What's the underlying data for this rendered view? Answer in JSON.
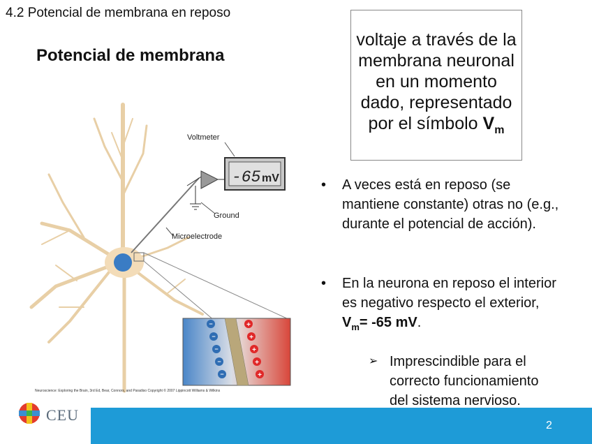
{
  "section_title": "4.2 Potencial de membrana en reposo",
  "slide_title": "Potencial de membrana",
  "definition": {
    "text": "voltaje a través de la membrana neuronal en un momento dado, representado por el símbolo",
    "symbol": "V",
    "subscript": "m"
  },
  "figure": {
    "voltmeter_label": "Voltmeter",
    "reading": "-65",
    "unit": "mV",
    "ground_label": "Ground",
    "microelectrode_label": "Microelectrode",
    "credit": "Neuroscience: Exploring the Brain, 3rd Ed, Bear, Connors, and Paradiso Copyright © 2007 Lippincott Williams & Wilkins",
    "neg_sign": "−",
    "pos_sign": "+"
  },
  "bullets": [
    {
      "mark": "•",
      "text": "A veces está en reposo (se mantiene constante) otras no (e.g., durante el potencial de acción)."
    },
    {
      "mark": "•",
      "text_before": "En la neurona en reposo el interior es negativo respecto el exterior, ",
      "bold_symbol": "V",
      "bold_sub": "m",
      "bold_after": "= -65 mV",
      "text_after": "."
    }
  ],
  "sub_bullet": {
    "mark": "➢",
    "text": "Imprescindible para el correcto funcionamiento del sistema nervioso."
  },
  "logo_text": "CEU",
  "page_number": "2",
  "colors": {
    "footer_bar": "#1e9bd7",
    "neuron": "#f3dcb8",
    "cell_body": "#3a7cc4"
  }
}
